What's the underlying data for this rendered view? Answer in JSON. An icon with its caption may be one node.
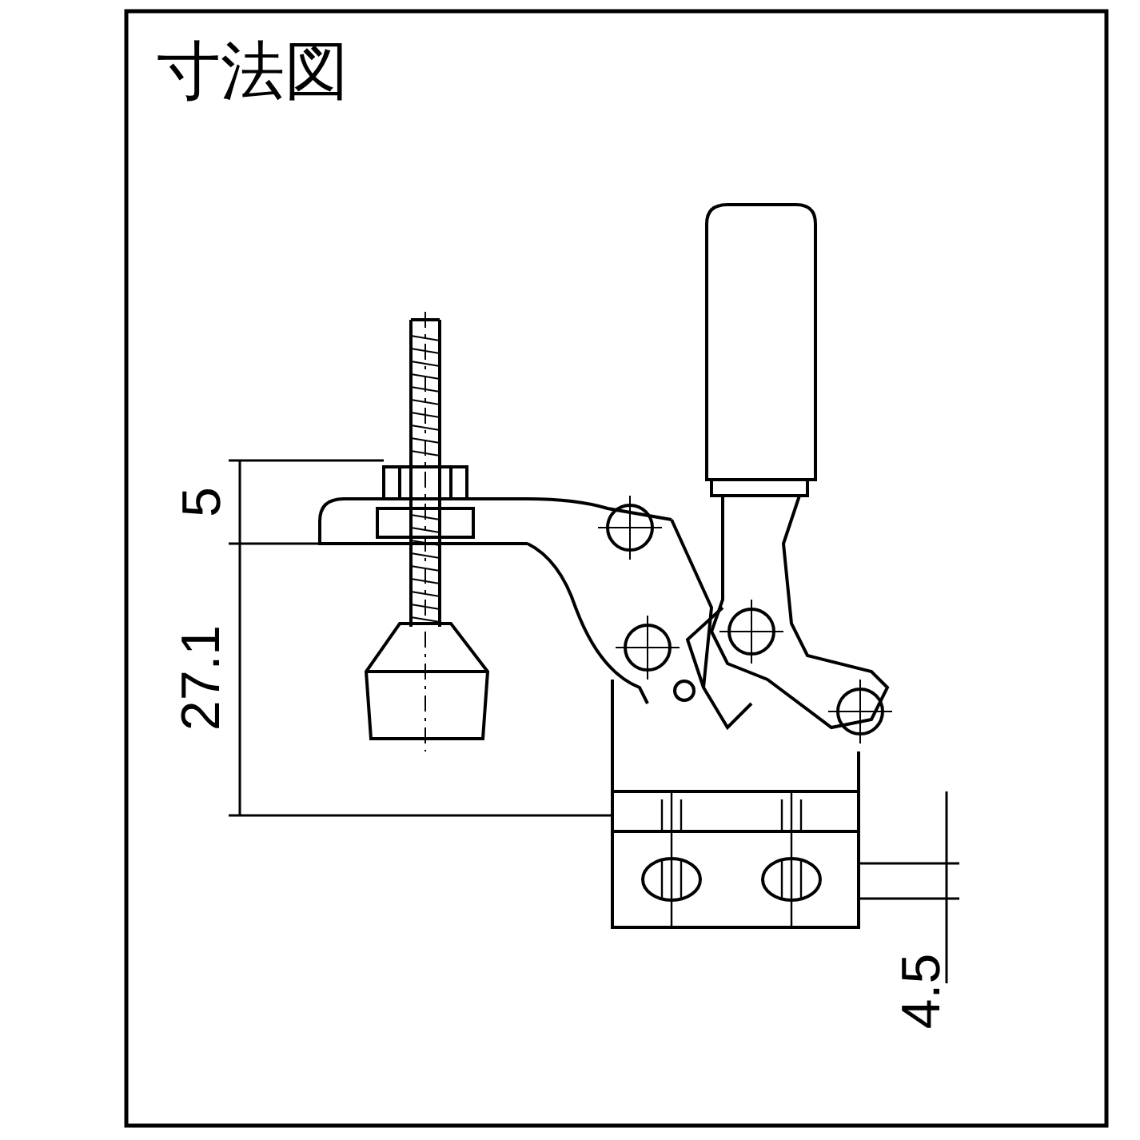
{
  "diagram": {
    "title": "寸法図",
    "labels": [
      "5",
      "27.1",
      "4.5"
    ]
  }
}
